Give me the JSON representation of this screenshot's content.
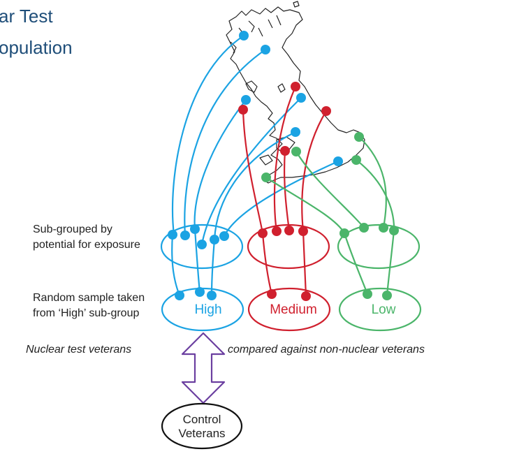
{
  "title": {
    "line1": "ar Test",
    "line2": "opulation"
  },
  "labels": {
    "subgrouped": "Sub-grouped by potential for exposure",
    "random_sample": "Random sample taken from ‘High’ sub-group",
    "nuclear_veterans": "Nuclear test veterans",
    "compared_against": "compared against non-nuclear veterans",
    "control_line1": "Control",
    "control_line2": "Veterans"
  },
  "groups": [
    {
      "name": "High",
      "color": "#1ba3e3"
    },
    {
      "name": "Medium",
      "color": "#d0202e"
    },
    {
      "name": "Low",
      "color": "#4bb56a"
    }
  ],
  "colors": {
    "high": "#1ba3e3",
    "medium": "#d0202e",
    "low": "#4bb56a",
    "arrow": "#6b3fa0",
    "title": "#1f4e79",
    "map_outline": "#222222"
  }
}
